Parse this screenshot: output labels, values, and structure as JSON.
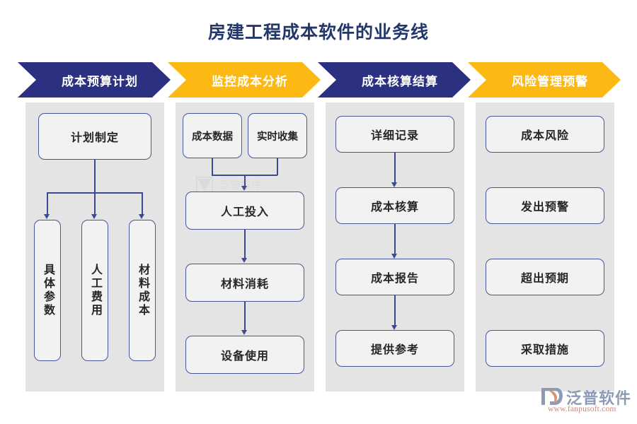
{
  "page": {
    "title": "房建工程成本软件的业务线",
    "background": "#ffffff",
    "title_color": "#23376b"
  },
  "colors": {
    "navy": "#2b3180",
    "amber": "#fdb913",
    "panel_gray": "#e4e4e4",
    "node_fill": "#f2f2f2",
    "node_border": "#4a5596",
    "connector": "#3d4a93"
  },
  "columns": [
    {
      "banner": {
        "label": "成本预算计划",
        "style": "navy"
      },
      "nodes": [
        {
          "label": "计划制定",
          "orientation": "horizontal"
        },
        {
          "label": "具体参数",
          "orientation": "vertical"
        },
        {
          "label": "人工费用",
          "orientation": "vertical"
        },
        {
          "label": "材料成本",
          "orientation": "vertical"
        }
      ]
    },
    {
      "banner": {
        "label": "监控成本分析",
        "style": "amber"
      },
      "nodes": [
        {
          "label": "成本数据",
          "orientation": "horizontal"
        },
        {
          "label": "实时收集",
          "orientation": "horizontal"
        },
        {
          "label": "人工投入",
          "orientation": "horizontal"
        },
        {
          "label": "材料消耗",
          "orientation": "horizontal"
        },
        {
          "label": "设备使用",
          "orientation": "horizontal"
        }
      ]
    },
    {
      "banner": {
        "label": "成本核算结算",
        "style": "navy"
      },
      "nodes": [
        {
          "label": "详细记录",
          "orientation": "horizontal"
        },
        {
          "label": "成本核算",
          "orientation": "horizontal"
        },
        {
          "label": "成本报告",
          "orientation": "horizontal"
        },
        {
          "label": "提供参考",
          "orientation": "horizontal"
        }
      ]
    },
    {
      "banner": {
        "label": "风险管理预警",
        "style": "amber"
      },
      "nodes": [
        {
          "label": "成本风险",
          "orientation": "horizontal"
        },
        {
          "label": "发出预警",
          "orientation": "horizontal"
        },
        {
          "label": "超出预期",
          "orientation": "horizontal"
        },
        {
          "label": "采取措施",
          "orientation": "horizontal"
        }
      ]
    }
  ],
  "logo": {
    "name": "泛普软件",
    "url": "www.fanpusoft.com",
    "mark_color": "#8e9bb5",
    "accent_color": "#d9936f"
  }
}
